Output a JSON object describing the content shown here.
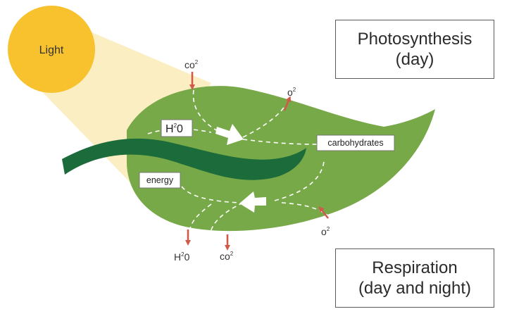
{
  "sun": {
    "label": "Light",
    "color": "#f7c22d"
  },
  "titles": {
    "photosynthesis": {
      "line1": "Photosynthesis",
      "line2": "(day)"
    },
    "respiration": {
      "line1": "Respiration",
      "line2": "(day and night)"
    }
  },
  "labels": {
    "co2_in": {
      "main": "co",
      "sup": "2"
    },
    "o2_out": {
      "main": "o",
      "sup": "2"
    },
    "h2o_in": {
      "main": "H",
      "sup": "2",
      "tail": "0"
    },
    "carbohydrates": "carbohydrates",
    "energy": "energy",
    "o2_in": {
      "main": "o",
      "sup": "2"
    },
    "h2o_out": {
      "main": "H",
      "sup": "2",
      "tail": "0"
    },
    "co2_out": {
      "main": "co",
      "sup": "2"
    }
  },
  "colors": {
    "leaf": "#77a948",
    "stem": "#1c6b3a",
    "light_beam": "#fbeec2",
    "arrow": "#d05a4a",
    "flow_line": "#ffffff"
  }
}
